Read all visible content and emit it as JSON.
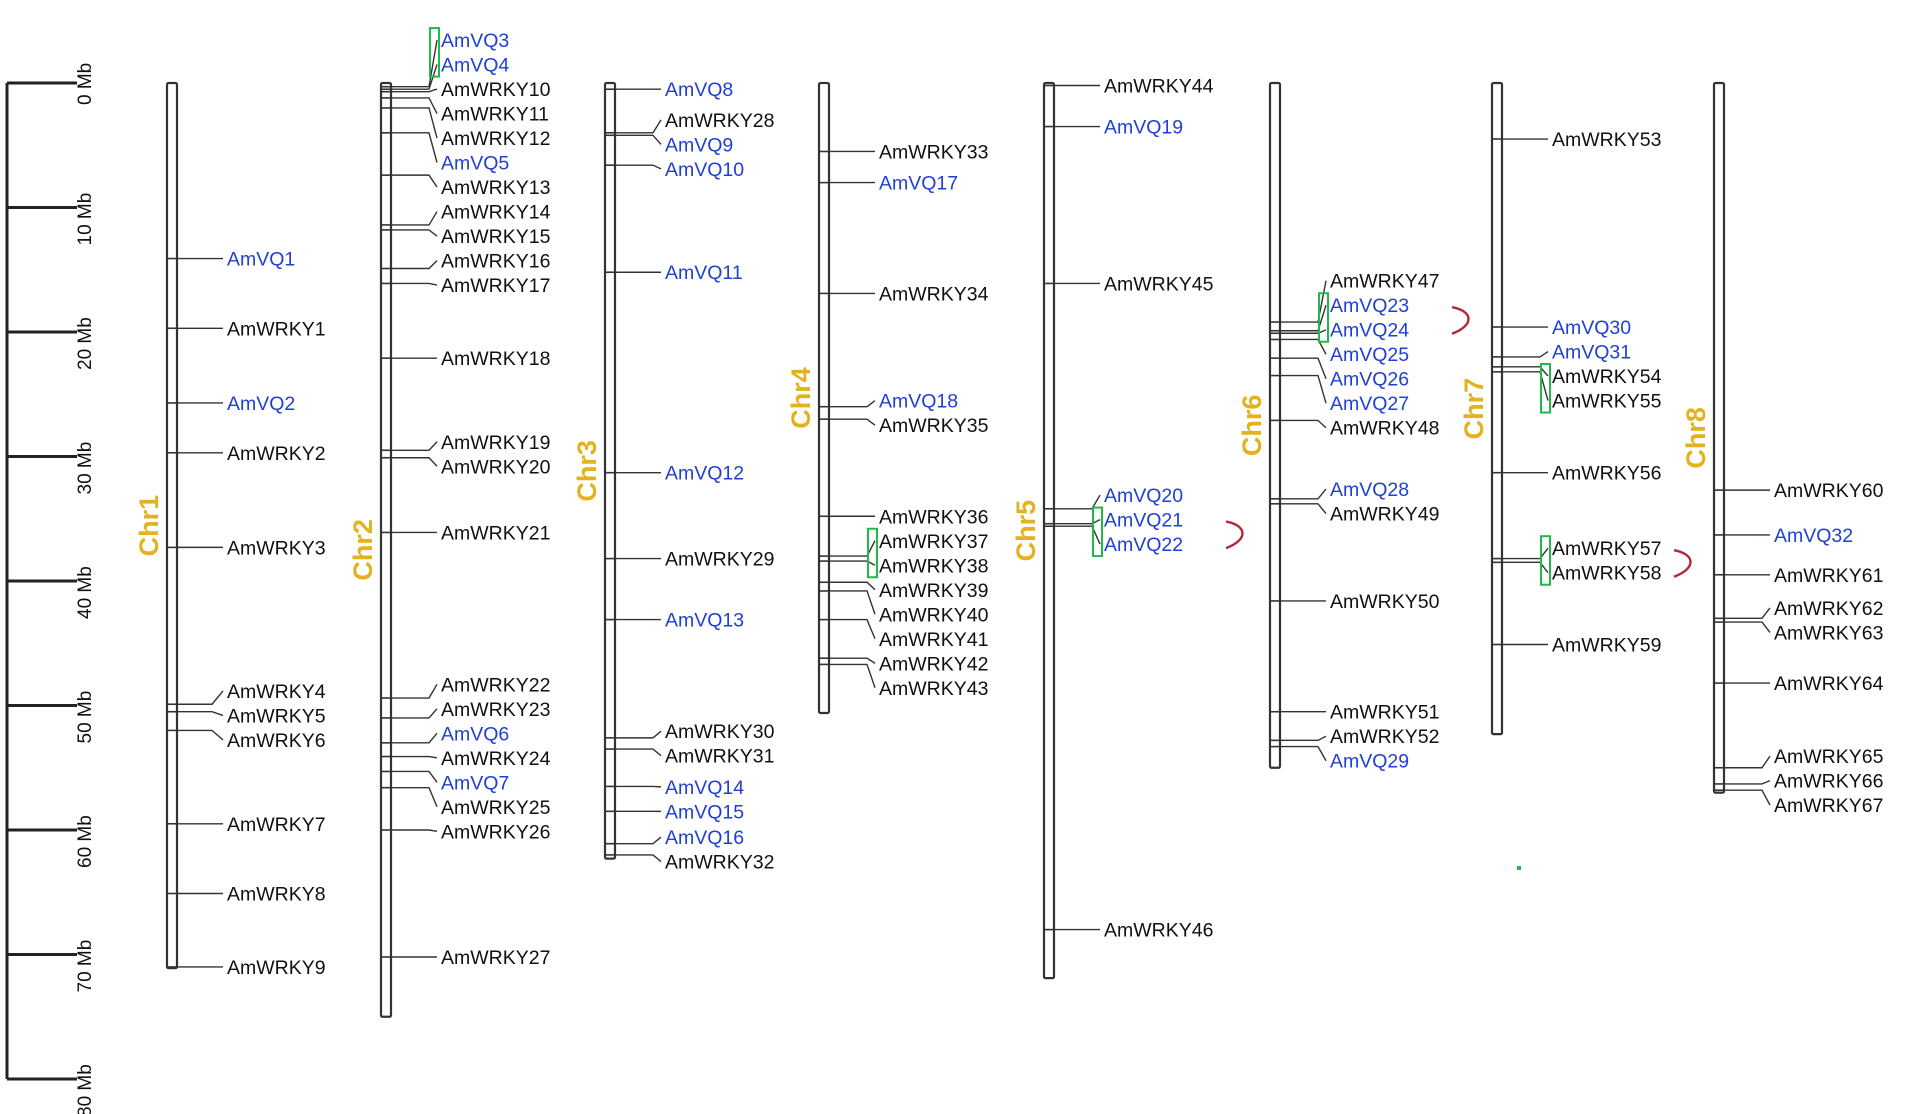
{
  "scale": {
    "ticks": [
      {
        "mb": 0,
        "label": "0 Mb"
      },
      {
        "mb": 10,
        "label": "10 Mb"
      },
      {
        "mb": 20,
        "label": "20 Mb"
      },
      {
        "mb": 30,
        "label": "30 Mb"
      },
      {
        "mb": 40,
        "label": "40 Mb"
      },
      {
        "mb": 50,
        "label": "50 Mb"
      },
      {
        "mb": 60,
        "label": "60 Mb"
      },
      {
        "mb": 70,
        "label": "70 Mb"
      },
      {
        "mb": 80,
        "label": "80 Mb"
      }
    ]
  },
  "colors": {
    "chromosome_label": "#E3B21C",
    "vq_gene": "#1F3FD6",
    "wrky_gene": "#111111",
    "tandem_box": "#22B84A",
    "segmental_arc": "#B0283A",
    "lines": "#333333"
  },
  "chromosomes": [
    {
      "label": "Chr1",
      "length": 71.1,
      "genes": [
        {
          "name": "AmVQ1",
          "type": "VQ",
          "pos": 14.1
        },
        {
          "name": "AmWRKY1",
          "type": "WRKY",
          "pos": 19.7
        },
        {
          "name": "AmVQ2",
          "type": "VQ",
          "pos": 25.7
        },
        {
          "name": "AmWRKY2",
          "type": "WRKY",
          "pos": 29.7
        },
        {
          "name": "AmWRKY3",
          "type": "WRKY",
          "pos": 37.3
        },
        {
          "name": "AmWRKY4",
          "type": "WRKY",
          "pos": 49.9
        },
        {
          "name": "AmWRKY5",
          "type": "WRKY",
          "pos": 50.5
        },
        {
          "name": "AmWRKY6",
          "type": "WRKY",
          "pos": 52.0
        },
        {
          "name": "AmWRKY7",
          "type": "WRKY",
          "pos": 59.5
        },
        {
          "name": "AmWRKY8",
          "type": "WRKY",
          "pos": 65.1
        },
        {
          "name": "AmWRKY9",
          "type": "WRKY",
          "pos": 71.0
        }
      ]
    },
    {
      "label": "Chr2",
      "length": 75.0,
      "genes": [
        {
          "name": "AmVQ3",
          "type": "VQ",
          "pos": 0.3
        },
        {
          "name": "AmVQ4",
          "type": "VQ",
          "pos": 0.5
        },
        {
          "name": "AmWRKY10",
          "type": "WRKY",
          "pos": 0.7
        },
        {
          "name": "AmWRKY11",
          "type": "WRKY",
          "pos": 1.2
        },
        {
          "name": "AmWRKY12",
          "type": "WRKY",
          "pos": 2.0
        },
        {
          "name": "AmVQ5",
          "type": "VQ",
          "pos": 4.0
        },
        {
          "name": "AmWRKY13",
          "type": "WRKY",
          "pos": 7.4
        },
        {
          "name": "AmWRKY14",
          "type": "WRKY",
          "pos": 11.4
        },
        {
          "name": "AmWRKY15",
          "type": "WRKY",
          "pos": 11.8
        },
        {
          "name": "AmWRKY16",
          "type": "WRKY",
          "pos": 14.9
        },
        {
          "name": "AmWRKY17",
          "type": "WRKY",
          "pos": 16.1
        },
        {
          "name": "AmWRKY18",
          "type": "WRKY",
          "pos": 22.1
        },
        {
          "name": "AmWRKY19",
          "type": "WRKY",
          "pos": 29.5
        },
        {
          "name": "AmWRKY20",
          "type": "WRKY",
          "pos": 30.1
        },
        {
          "name": "AmWRKY21",
          "type": "WRKY",
          "pos": 36.1
        },
        {
          "name": "AmWRKY22",
          "type": "WRKY",
          "pos": 49.4
        },
        {
          "name": "AmWRKY23",
          "type": "WRKY",
          "pos": 51.0
        },
        {
          "name": "AmVQ6",
          "type": "VQ",
          "pos": 53.0
        },
        {
          "name": "AmWRKY24",
          "type": "WRKY",
          "pos": 54.1
        },
        {
          "name": "AmVQ7",
          "type": "VQ",
          "pos": 55.3
        },
        {
          "name": "AmWRKY25",
          "type": "WRKY",
          "pos": 56.6
        },
        {
          "name": "AmWRKY26",
          "type": "WRKY",
          "pos": 60.0
        },
        {
          "name": "AmWRKY27",
          "type": "WRKY",
          "pos": 70.2
        }
      ]
    },
    {
      "label": "Chr3",
      "length": 62.3,
      "genes": [
        {
          "name": "AmVQ8",
          "type": "VQ",
          "pos": 0.5
        },
        {
          "name": "AmWRKY28",
          "type": "WRKY",
          "pos": 4.0
        },
        {
          "name": "AmVQ9",
          "type": "VQ",
          "pos": 4.2
        },
        {
          "name": "AmVQ10",
          "type": "VQ",
          "pos": 6.6
        },
        {
          "name": "AmVQ11",
          "type": "VQ",
          "pos": 15.2
        },
        {
          "name": "AmVQ12",
          "type": "VQ",
          "pos": 31.3
        },
        {
          "name": "AmWRKY29",
          "type": "WRKY",
          "pos": 38.2
        },
        {
          "name": "AmVQ13",
          "type": "VQ",
          "pos": 43.1
        },
        {
          "name": "AmWRKY30",
          "type": "WRKY",
          "pos": 52.6
        },
        {
          "name": "AmWRKY31",
          "type": "WRKY",
          "pos": 53.5
        },
        {
          "name": "AmVQ14",
          "type": "VQ",
          "pos": 56.5
        },
        {
          "name": "AmVQ15",
          "type": "VQ",
          "pos": 58.5
        },
        {
          "name": "AmVQ16",
          "type": "VQ",
          "pos": 61.1
        },
        {
          "name": "AmWRKY32",
          "type": "WRKY",
          "pos": 62.0
        }
      ]
    },
    {
      "label": "Chr4",
      "length": 50.6,
      "genes": [
        {
          "name": "AmWRKY33",
          "type": "WRKY",
          "pos": 5.5
        },
        {
          "name": "AmVQ17",
          "type": "VQ",
          "pos": 8.0
        },
        {
          "name": "AmWRKY34",
          "type": "WRKY",
          "pos": 16.9
        },
        {
          "name": "AmVQ18",
          "type": "VQ",
          "pos": 26.0
        },
        {
          "name": "AmWRKY35",
          "type": "WRKY",
          "pos": 27.0
        },
        {
          "name": "AmWRKY36",
          "type": "WRKY",
          "pos": 34.8
        },
        {
          "name": "AmWRKY37",
          "type": "WRKY",
          "pos": 38.0
        },
        {
          "name": "AmWRKY38",
          "type": "WRKY",
          "pos": 38.4
        },
        {
          "name": "AmWRKY39",
          "type": "WRKY",
          "pos": 40.1
        },
        {
          "name": "AmWRKY40",
          "type": "WRKY",
          "pos": 40.8
        },
        {
          "name": "AmWRKY41",
          "type": "WRKY",
          "pos": 43.1
        },
        {
          "name": "AmWRKY42",
          "type": "WRKY",
          "pos": 46.2
        },
        {
          "name": "AmWRKY43",
          "type": "WRKY",
          "pos": 46.7
        }
      ]
    },
    {
      "label": "Chr5",
      "length": 71.9,
      "genes": [
        {
          "name": "AmWRKY44",
          "type": "WRKY",
          "pos": 0.2
        },
        {
          "name": "AmVQ19",
          "type": "VQ",
          "pos": 3.5
        },
        {
          "name": "AmWRKY45",
          "type": "WRKY",
          "pos": 16.1
        },
        {
          "name": "AmVQ20",
          "type": "VQ",
          "pos": 34.2
        },
        {
          "name": "AmVQ21",
          "type": "VQ",
          "pos": 35.4
        },
        {
          "name": "AmVQ22",
          "type": "VQ",
          "pos": 35.6
        },
        {
          "name": "AmWRKY46",
          "type": "WRKY",
          "pos": 68.0
        }
      ]
    },
    {
      "label": "Chr6",
      "length": 55.0,
      "genes": [
        {
          "name": "AmWRKY47",
          "type": "WRKY",
          "pos": 19.2
        },
        {
          "name": "AmVQ23",
          "type": "VQ",
          "pos": 19.9
        },
        {
          "name": "AmVQ24",
          "type": "VQ",
          "pos": 20.1
        },
        {
          "name": "AmVQ25",
          "type": "VQ",
          "pos": 20.6
        },
        {
          "name": "AmVQ26",
          "type": "VQ",
          "pos": 22.1
        },
        {
          "name": "AmVQ27",
          "type": "VQ",
          "pos": 23.5
        },
        {
          "name": "AmWRKY48",
          "type": "WRKY",
          "pos": 27.1
        },
        {
          "name": "AmVQ28",
          "type": "VQ",
          "pos": 33.4
        },
        {
          "name": "AmWRKY49",
          "type": "WRKY",
          "pos": 33.8
        },
        {
          "name": "AmWRKY50",
          "type": "WRKY",
          "pos": 41.6
        },
        {
          "name": "AmWRKY51",
          "type": "WRKY",
          "pos": 50.5
        },
        {
          "name": "AmWRKY52",
          "type": "WRKY",
          "pos": 52.8
        },
        {
          "name": "AmVQ29",
          "type": "VQ",
          "pos": 53.3
        }
      ]
    },
    {
      "label": "Chr7",
      "length": 52.3,
      "genes": [
        {
          "name": "AmWRKY53",
          "type": "WRKY",
          "pos": 4.5
        },
        {
          "name": "AmVQ30",
          "type": "VQ",
          "pos": 19.6
        },
        {
          "name": "AmVQ31",
          "type": "VQ",
          "pos": 22.0
        },
        {
          "name": "AmWRKY54",
          "type": "WRKY",
          "pos": 22.8
        },
        {
          "name": "AmWRKY55",
          "type": "WRKY",
          "pos": 23.2
        },
        {
          "name": "AmWRKY56",
          "type": "WRKY",
          "pos": 31.3
        },
        {
          "name": "AmWRKY57",
          "type": "WRKY",
          "pos": 38.2
        },
        {
          "name": "AmWRKY58",
          "type": "WRKY",
          "pos": 38.5
        },
        {
          "name": "AmWRKY59",
          "type": "WRKY",
          "pos": 45.1
        }
      ]
    },
    {
      "label": "Chr8",
      "length": 57.0,
      "genes": [
        {
          "name": "AmWRKY60",
          "type": "WRKY",
          "pos": 32.7
        },
        {
          "name": "AmVQ32",
          "type": "VQ",
          "pos": 36.3
        },
        {
          "name": "AmWRKY61",
          "type": "WRKY",
          "pos": 39.5
        },
        {
          "name": "AmWRKY62",
          "type": "WRKY",
          "pos": 43.0
        },
        {
          "name": "AmWRKY63",
          "type": "WRKY",
          "pos": 43.3
        },
        {
          "name": "AmWRKY64",
          "type": "WRKY",
          "pos": 48.2
        },
        {
          "name": "AmWRKY65",
          "type": "WRKY",
          "pos": 55.0
        },
        {
          "name": "AmWRKY66",
          "type": "WRKY",
          "pos": 56.3
        },
        {
          "name": "AmWRKY67",
          "type": "WRKY",
          "pos": 56.8
        }
      ]
    }
  ],
  "tandem_boxes": [
    {
      "chromosome": "Chr2",
      "genes": [
        "AmVQ3",
        "AmVQ4"
      ]
    },
    {
      "chromosome": "Chr4",
      "genes": [
        "AmWRKY37",
        "AmWRKY38"
      ]
    },
    {
      "chromosome": "Chr5",
      "genes": [
        "AmVQ21",
        "AmVQ22"
      ]
    },
    {
      "chromosome": "Chr6",
      "genes": [
        "AmVQ23",
        "AmVQ24"
      ]
    },
    {
      "chromosome": "Chr7",
      "genes": [
        "AmWRKY54",
        "AmWRKY55"
      ]
    },
    {
      "chromosome": "Chr7",
      "genes": [
        "AmWRKY57",
        "AmWRKY58"
      ]
    }
  ],
  "arcs": [
    {
      "chromosome": "Chr5",
      "genes": [
        "AmVQ21",
        "AmVQ22"
      ]
    },
    {
      "chromosome": "Chr6",
      "genes": [
        "AmVQ23",
        "AmVQ24"
      ]
    },
    {
      "chromosome": "Chr7",
      "genes": [
        "AmWRKY57",
        "AmWRKY58"
      ]
    }
  ]
}
